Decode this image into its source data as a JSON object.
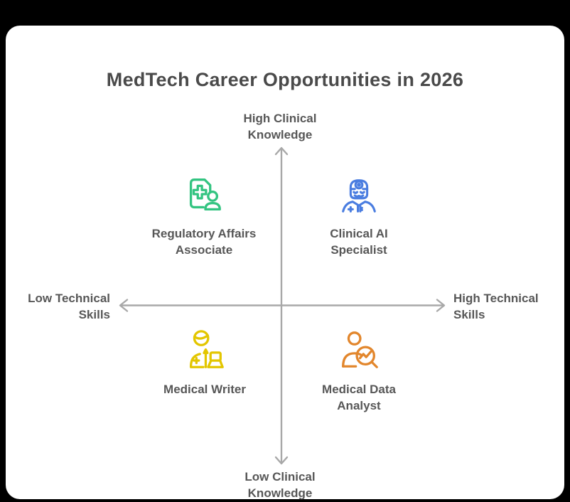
{
  "colors": {
    "backdrop": "#000000",
    "canvas": "#ffffff",
    "title": "#4a4a4a",
    "label": "#575757",
    "axis": "#a8a8a8"
  },
  "title": "MedTech Career Opportunities in 2026",
  "axes": {
    "vertical": {
      "top_label": "High Clinical\nKnowledge",
      "bottom_label": "Low Clinical\nKnowledge"
    },
    "horizontal": {
      "left_label": "Low Technical\nSkills",
      "right_label": "High Technical\nSkills"
    }
  },
  "quadrants": [
    {
      "position": "top-left",
      "label": "Regulatory Affairs\nAssociate",
      "icon": "medical-document-person-icon",
      "color": "#33c481"
    },
    {
      "position": "top-right",
      "label": "Clinical AI\nSpecialist",
      "icon": "doctor-head-mirror-icon",
      "color": "#4a7de0"
    },
    {
      "position": "bottom-left",
      "label": "Medical Writer",
      "icon": "medic-with-laptop-icon",
      "color": "#e3c600"
    },
    {
      "position": "bottom-right",
      "label": "Medical Data\nAnalyst",
      "icon": "person-magnifier-chart-icon",
      "color": "#e2862c"
    }
  ]
}
